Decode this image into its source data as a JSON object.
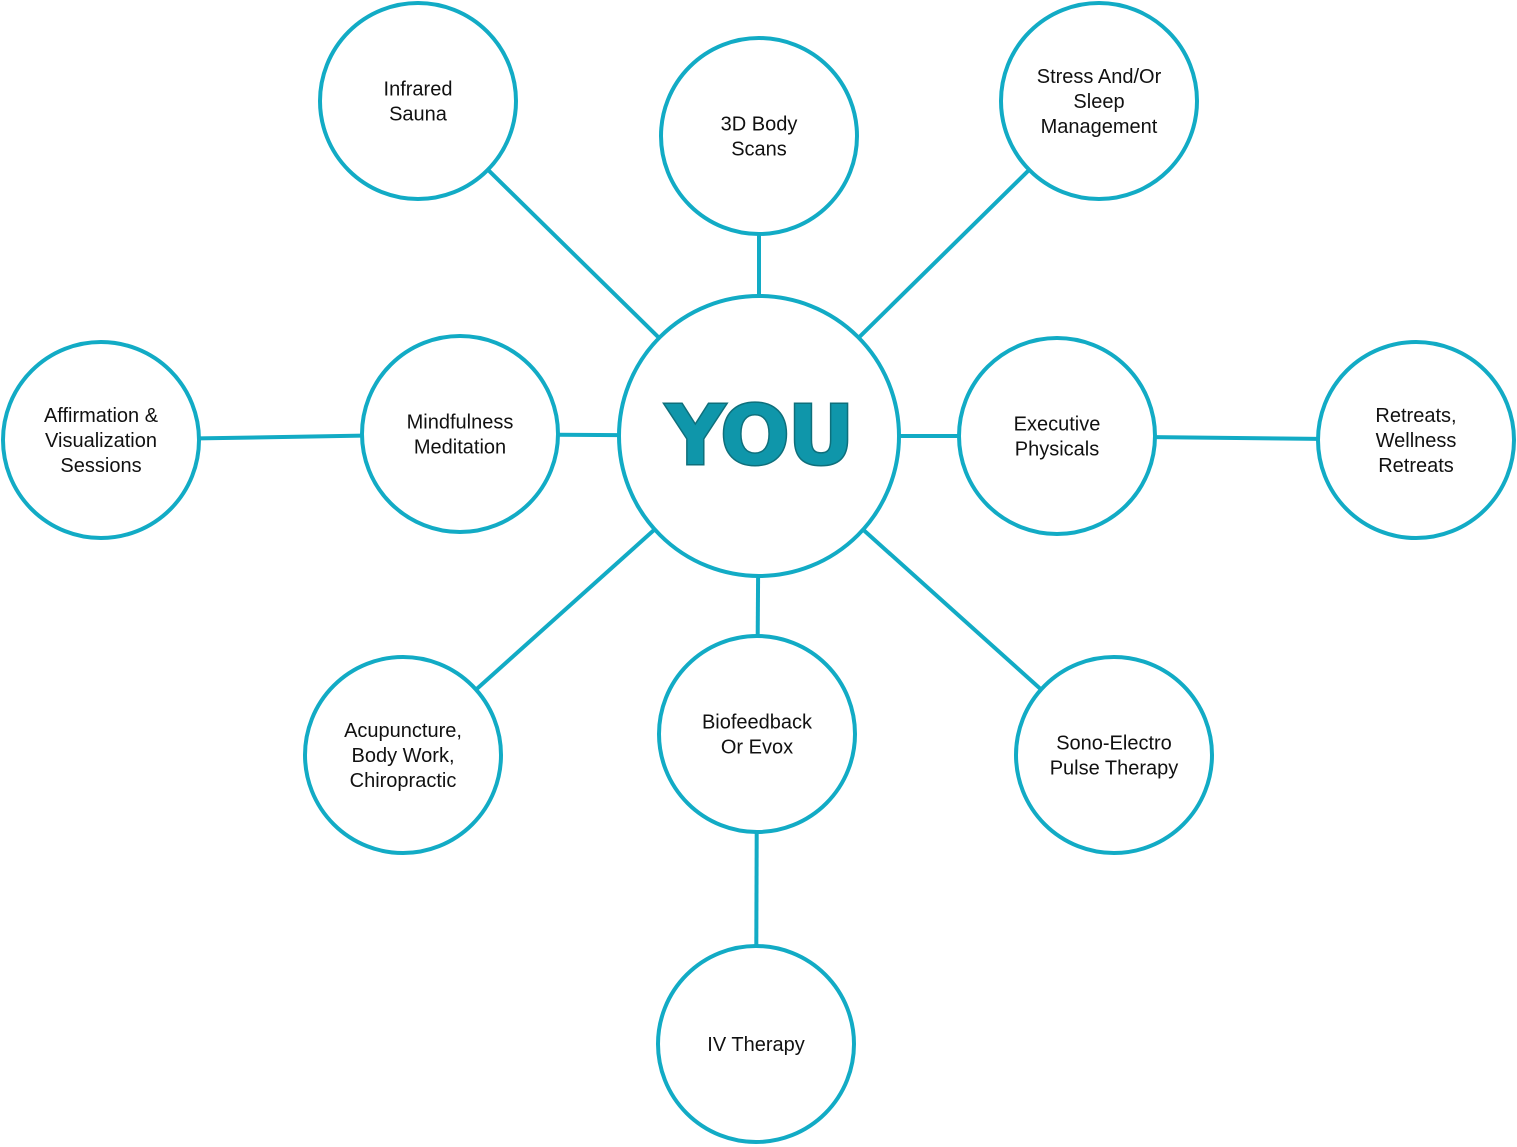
{
  "diagram": {
    "colors": {
      "accent": "#12abc5",
      "center_text": "#0f96aa",
      "text": "#111111",
      "background": "#ffffff"
    },
    "center": {
      "label": "YOU"
    },
    "nodes": [
      {
        "id": "infrared-sauna",
        "lines": [
          "Infrared",
          "Sauna"
        ]
      },
      {
        "id": "3d-body-scans",
        "lines": [
          "3D Body",
          "Scans"
        ]
      },
      {
        "id": "stress-sleep-management",
        "lines": [
          "Stress And/Or",
          "Sleep",
          "Management"
        ]
      },
      {
        "id": "affirmation-visualization",
        "lines": [
          "Affirmation &",
          "Visualization",
          "Sessions"
        ]
      },
      {
        "id": "mindfulness-meditation",
        "lines": [
          "Mindfulness",
          "Meditation"
        ]
      },
      {
        "id": "executive-physicals",
        "lines": [
          "Executive",
          "Physicals"
        ]
      },
      {
        "id": "retreats-wellness",
        "lines": [
          "Retreats,",
          "Wellness",
          "Retreats"
        ]
      },
      {
        "id": "acupuncture-bodywork",
        "lines": [
          "Acupuncture,",
          "Body Work,",
          "Chiropractic"
        ]
      },
      {
        "id": "biofeedback-evox",
        "lines": [
          "Biofeedback",
          "Or Evox"
        ]
      },
      {
        "id": "sono-electro",
        "lines": [
          "Sono-Electro",
          "Pulse Therapy"
        ]
      },
      {
        "id": "iv-therapy",
        "lines": [
          "IV Therapy"
        ]
      }
    ],
    "edges": [
      [
        "you",
        "infrared-sauna"
      ],
      [
        "you",
        "3d-body-scans"
      ],
      [
        "you",
        "stress-sleep-management"
      ],
      [
        "you",
        "mindfulness-meditation"
      ],
      [
        "mindfulness-meditation",
        "affirmation-visualization"
      ],
      [
        "you",
        "executive-physicals"
      ],
      [
        "executive-physicals",
        "retreats-wellness"
      ],
      [
        "you",
        "acupuncture-bodywork"
      ],
      [
        "you",
        "biofeedback-evox"
      ],
      [
        "you",
        "sono-electro"
      ],
      [
        "biofeedback-evox",
        "iv-therapy"
      ]
    ]
  }
}
